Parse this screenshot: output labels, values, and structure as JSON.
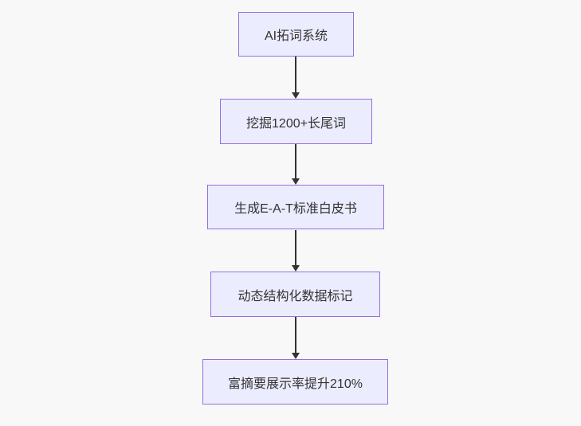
{
  "diagram": {
    "type": "flowchart",
    "direction": "top-down",
    "nodes": [
      {
        "id": "n1",
        "label": "AI拓词系统"
      },
      {
        "id": "n2",
        "label": "挖掘1200+长尾词"
      },
      {
        "id": "n3",
        "label": "生成E-A-T标准白皮书"
      },
      {
        "id": "n4",
        "label": "动态结构化数据标记"
      },
      {
        "id": "n5",
        "label": "富摘要展示率提升210%"
      }
    ],
    "edges": [
      {
        "from": "n1",
        "to": "n2"
      },
      {
        "from": "n2",
        "to": "n3"
      },
      {
        "from": "n3",
        "to": "n4"
      },
      {
        "from": "n4",
        "to": "n5"
      }
    ],
    "colors": {
      "node_fill": "#ECECFF",
      "node_border": "#9370DB",
      "node_text": "#333333",
      "arrow": "#333333",
      "background": "#f8f8f8"
    }
  }
}
